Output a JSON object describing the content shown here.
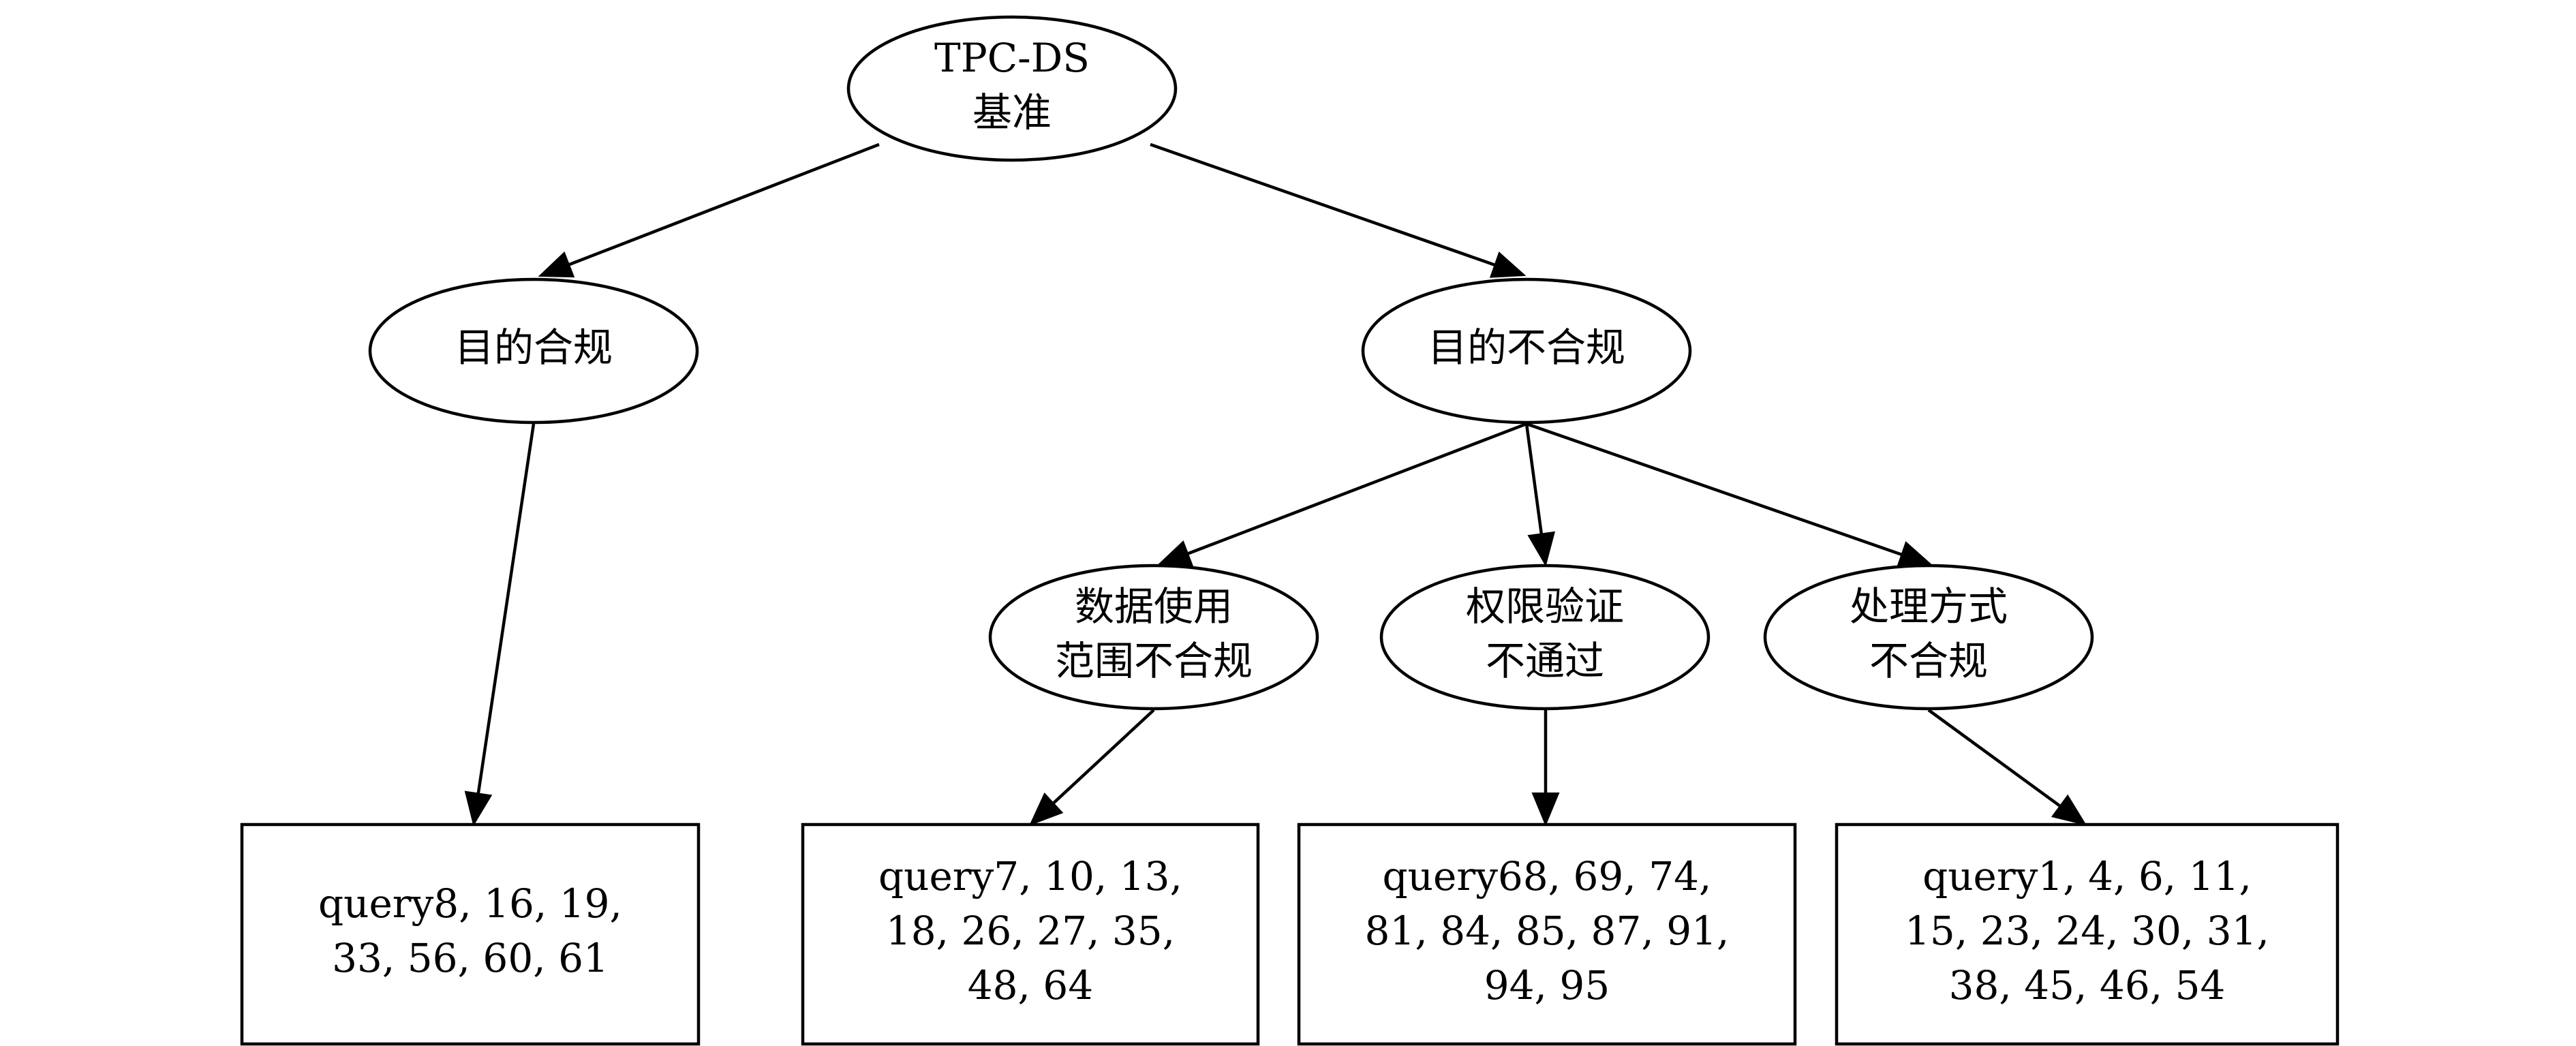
{
  "diagram": {
    "type": "tree",
    "nodes": {
      "root": {
        "lines": [
          "TPC-DS",
          "基准"
        ],
        "shape": "ellipse"
      },
      "compliant": {
        "lines": [
          "目的合规"
        ],
        "shape": "ellipse"
      },
      "noncompliant": {
        "lines": [
          "目的不合规"
        ],
        "shape": "ellipse"
      },
      "data_scope": {
        "lines": [
          "数据使用",
          "范围不合规"
        ],
        "shape": "ellipse"
      },
      "permission": {
        "lines": [
          "权限验证",
          "不通过"
        ],
        "shape": "ellipse"
      },
      "processing": {
        "lines": [
          "处理方式",
          "不合规"
        ],
        "shape": "ellipse"
      },
      "leaf_compliant": {
        "lines": [
          "query8, 16, 19,",
          "33, 56, 60, 61"
        ],
        "shape": "box"
      },
      "leaf_data_scope": {
        "lines": [
          "query7, 10, 13,",
          "18, 26, 27, 35,",
          "48, 64"
        ],
        "shape": "box"
      },
      "leaf_permission": {
        "lines": [
          "query68, 69, 74,",
          "81, 84, 85, 87, 91,",
          "94, 95"
        ],
        "shape": "box"
      },
      "leaf_processing": {
        "lines": [
          "query1, 4, 6, 11,",
          "15, 23, 24, 30, 31,",
          "38, 45, 46, 54"
        ],
        "shape": "box"
      }
    },
    "edges": [
      {
        "from": "root",
        "to": "compliant"
      },
      {
        "from": "root",
        "to": "noncompliant"
      },
      {
        "from": "compliant",
        "to": "leaf_compliant"
      },
      {
        "from": "noncompliant",
        "to": "data_scope"
      },
      {
        "from": "noncompliant",
        "to": "permission"
      },
      {
        "from": "noncompliant",
        "to": "processing"
      },
      {
        "from": "data_scope",
        "to": "leaf_data_scope"
      },
      {
        "from": "permission",
        "to": "leaf_permission"
      },
      {
        "from": "processing",
        "to": "leaf_processing"
      }
    ]
  }
}
